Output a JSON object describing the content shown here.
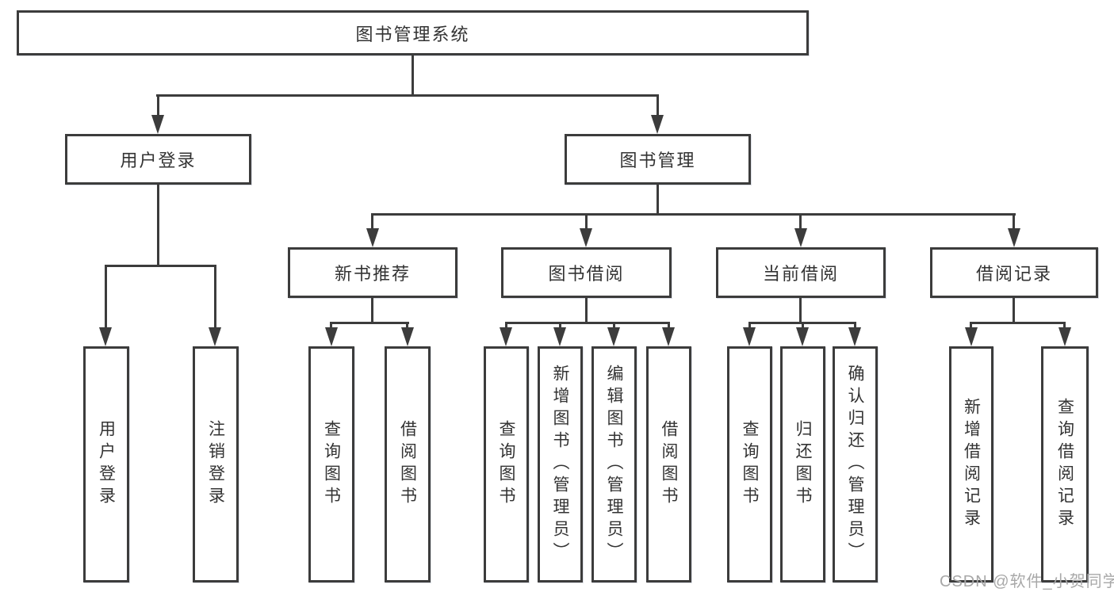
{
  "root": {
    "label": "图书管理系统"
  },
  "nodes": {
    "user_login": {
      "label": "用户登录",
      "children": [
        "用户登录",
        "注销登录"
      ]
    },
    "book_management": {
      "label": "图书管理"
    },
    "new_books": {
      "label": "新书推荐",
      "children": [
        "查询图书",
        "借阅图书"
      ]
    },
    "borrowing": {
      "label": "图书借阅",
      "children": [
        "查询图书",
        "新增图书（管理员）",
        "编辑图书（管理员）",
        "借阅图书"
      ]
    },
    "current": {
      "label": "当前借阅",
      "children": [
        "查询图书",
        "归还图书",
        "确认归还（管理员）"
      ]
    },
    "records": {
      "label": "借阅记录",
      "children": [
        "新增借阅记录",
        "查询借阅记录"
      ]
    }
  },
  "watermark": "CSDN @软件_小贺同学",
  "colors": {
    "line": "#3c3c3c",
    "text": "#333333",
    "watermark": "#a8a8a8",
    "background": "#ffffff"
  }
}
